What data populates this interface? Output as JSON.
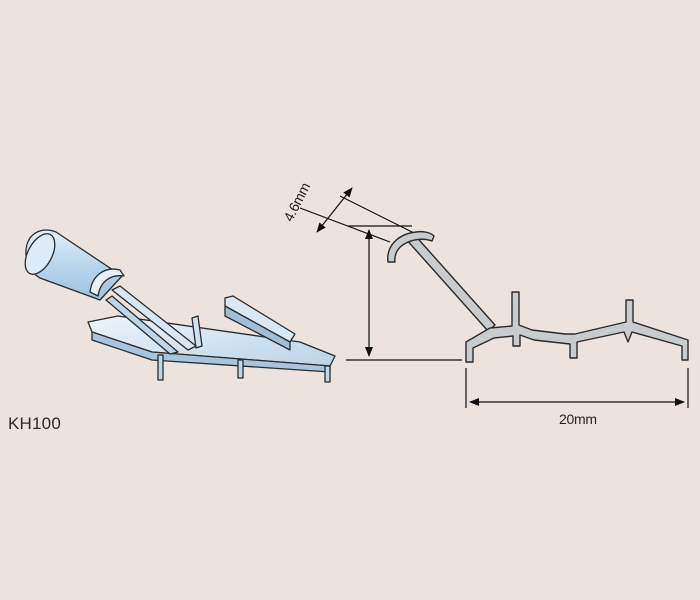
{
  "model_label": "KH100",
  "dimension_width": "20mm",
  "dimension_angle": "4.6mm",
  "colors": {
    "background": "#ece3de",
    "profile_fill": "#c9ccce",
    "profile_stroke": "#2b2b2b",
    "rod_fill": "#bcd8ef",
    "iso_fill": "#cfe2f0",
    "dimension_line": "#111111"
  }
}
